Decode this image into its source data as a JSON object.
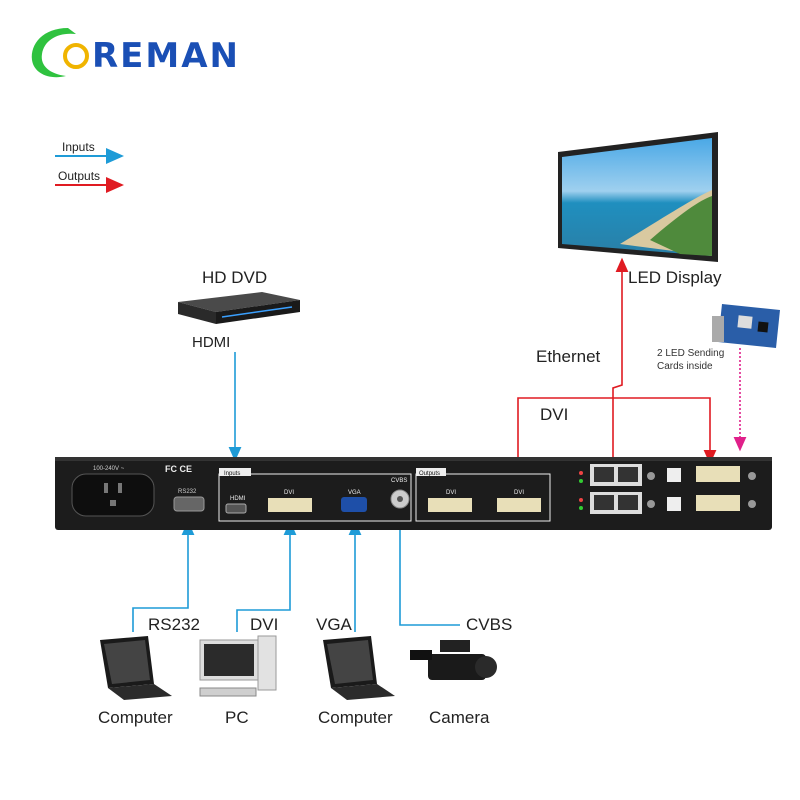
{
  "brand": {
    "name": "REMAN"
  },
  "legend": {
    "inputs": "Inputs",
    "outputs": "Outputs"
  },
  "labels": {
    "hd_dvd": "HD DVD",
    "hdmi": "HDMI",
    "led_display": "LED Display",
    "ethernet": "Ethernet",
    "dvi_out": "DVI",
    "sending_cards_1": "2 LED Sending",
    "sending_cards_2": "Cards inside",
    "rs232": "RS232",
    "dvi_in": "DVI",
    "vga": "VGA",
    "cvbs": "CVBS",
    "computer_1": "Computer",
    "pc": "PC",
    "computer_2": "Computer",
    "camera": "Camera"
  },
  "panel": {
    "voltage": "100-240V ~",
    "cert": "FC CE",
    "rs232": "RS232",
    "inputs_tab": "Inputs",
    "outputs_tab": "Outputs",
    "hdmi": "HDMI",
    "dvi1": "DVI",
    "vga": "VGA",
    "cvbs": "CVBS",
    "dvi_out1": "DVI",
    "dvi_out2": "DVI"
  },
  "colors": {
    "input_line": "#1e9bd7",
    "output_line": "#e01b22",
    "sender_line": "#e0208a",
    "panel": "#1c1c1c"
  }
}
